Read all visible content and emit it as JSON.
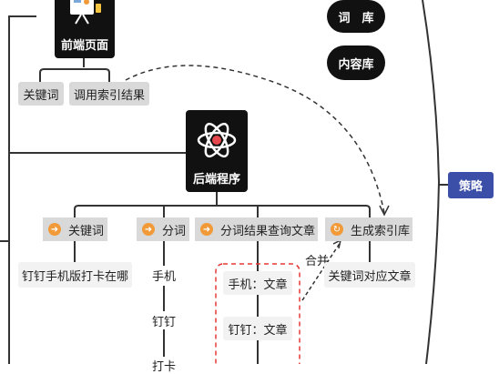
{
  "nodes": {
    "frontend": "前端页面",
    "backend": "后端程序",
    "dict": "词　库",
    "content": "内容库",
    "strategy": "策略"
  },
  "frontend_children": [
    "关键词",
    "调用索引结果"
  ],
  "backend_children": [
    "关键词",
    "分词",
    "分词结果查询文章",
    "生成索引库"
  ],
  "keyword_leaf": "钉钉手机版打卡在哪",
  "segments": [
    "手机",
    "钉钉",
    "打卡"
  ],
  "articles": [
    "手机：文章",
    "钉钉：文章"
  ],
  "merge_label": "合并",
  "index_leaf": "关键词对应文章",
  "colors": {
    "accent_orange": "#f19a37",
    "strategy_blue": "#3b4fa8",
    "dashed_red": "#e53935"
  },
  "icons": {
    "frontend": "presentation-board-icon",
    "backend": "atom-icon",
    "bullet": "arrow-circle-icon"
  }
}
